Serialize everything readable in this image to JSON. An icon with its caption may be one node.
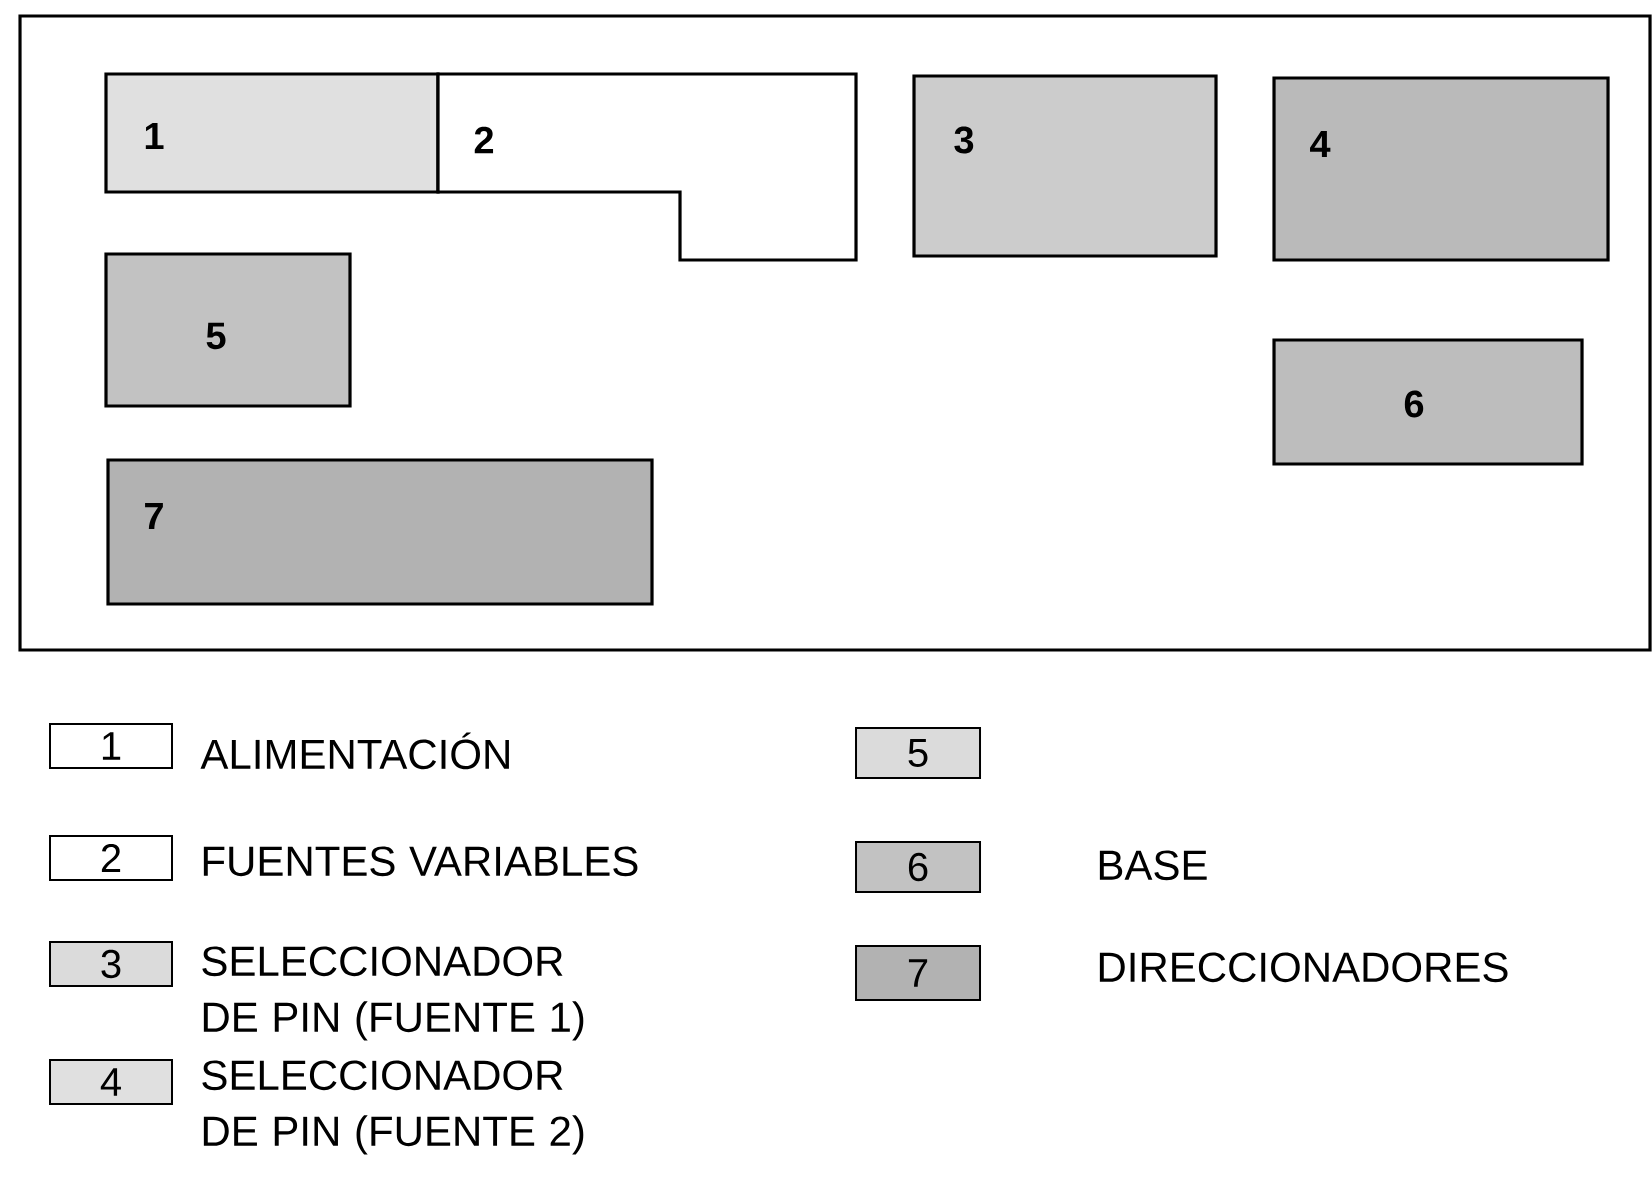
{
  "diagram": {
    "nodes": [
      {
        "text": [],
        "shape": "box"
      },
      {
        "text": [
          "1"
        ],
        "in": 0
      },
      {
        "text": [
          "2"
        ],
        "in": 0
      },
      {
        "text": [
          "3"
        ],
        "in": 0
      },
      {
        "text": [
          "4"
        ],
        "in": 0
      },
      {
        "text": [
          "5"
        ],
        "in": 0
      },
      {
        "text": [
          "6"
        ],
        "in": 0
      },
      {
        "text": [
          "7"
        ],
        "in": 0
      },
      {
        "text": [
          "1"
        ],
        "beside": [
          "ALIMENTACIÓN"
        ]
      },
      {
        "text": [
          "2"
        ],
        "beside": [
          "FUENTES VARIABLES"
        ]
      },
      {
        "text": [
          "3"
        ],
        "beside": [
          "SELECCIONADOR DE PIN (FUENTE 1)"
        ]
      },
      {
        "text": [
          "4"
        ],
        "beside": [
          "SELECCIONADOR DE PIN (FUENTE 2)"
        ]
      },
      {
        "text": [
          "5"
        ]
      },
      {
        "text": [
          "6"
        ],
        "beside": [
          "BASE"
        ]
      },
      {
        "text": [
          "7"
        ],
        "beside": [
          "DIRECCIONADORES"
        ]
      }
    ],
    "edges": []
  }
}
